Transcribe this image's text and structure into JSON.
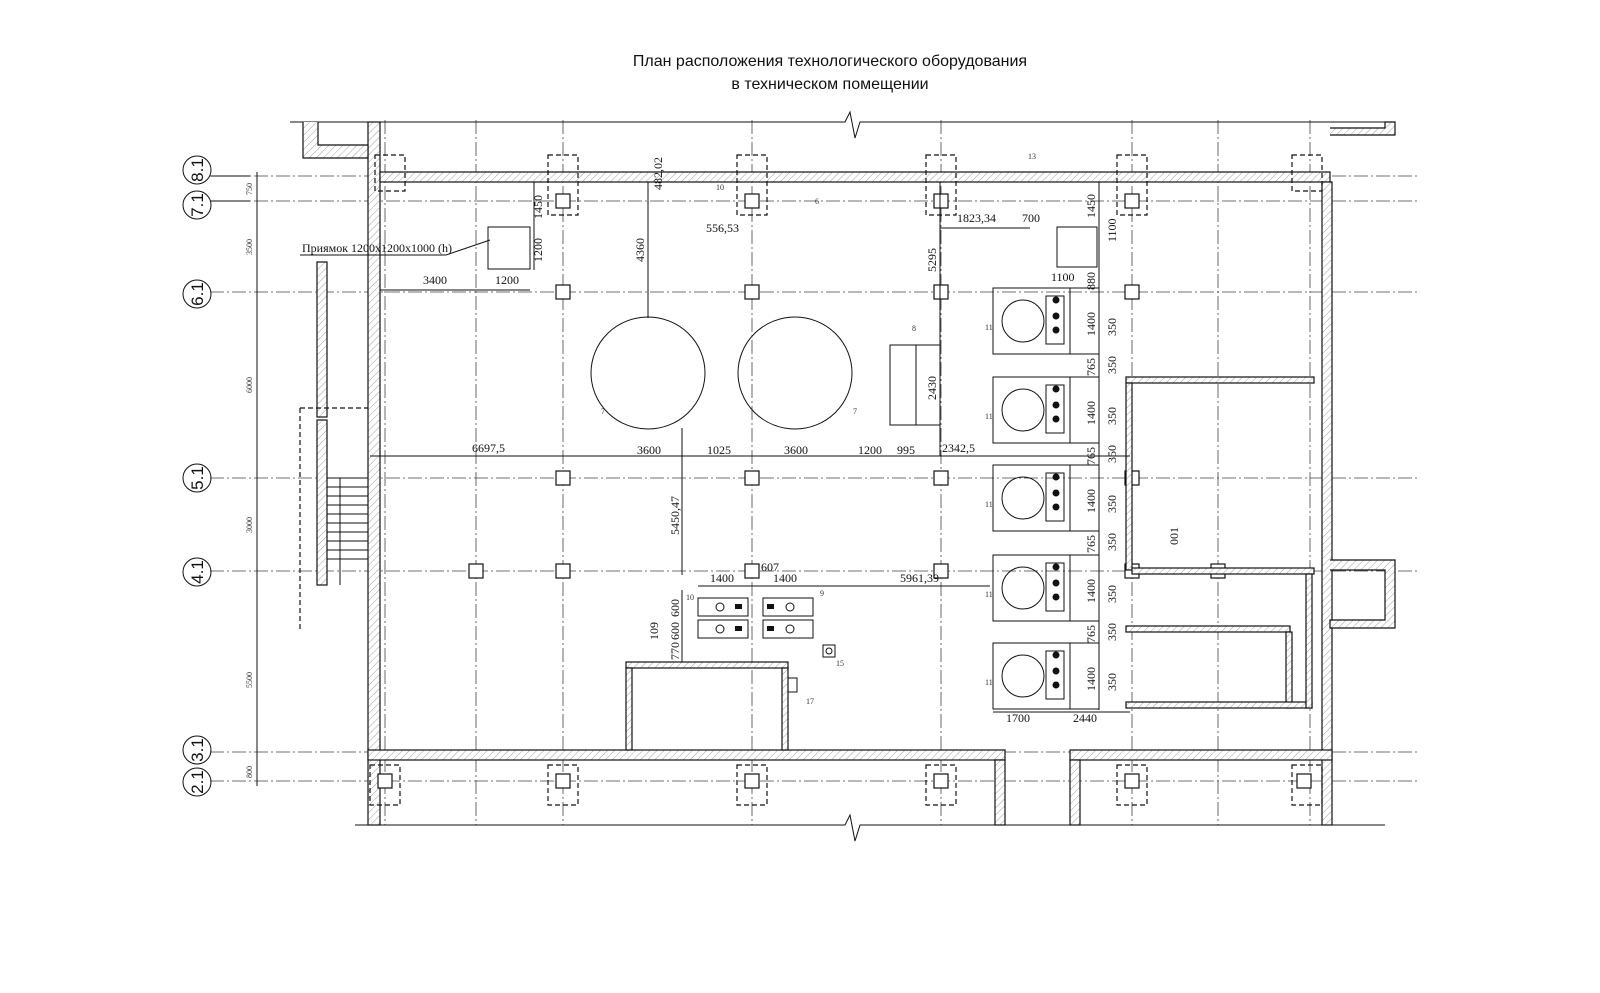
{
  "title": {
    "line1": "План расположения технологического оборудования",
    "line2": "в техническом помещении"
  },
  "axes": [
    "8.1",
    "7.1",
    "6.1",
    "5.1",
    "4.1",
    "3.1",
    "2.1"
  ],
  "axis_spacings": [
    "750",
    "3500",
    "6000",
    "3000",
    "5500",
    "800"
  ],
  "pit_label": "Приямок 1200х1200х1000 (h)",
  "room_label": "001",
  "dims": {
    "d3400": "3400",
    "d1200a": "1200",
    "d1200b": "1200",
    "d1450a": "1450",
    "d48202": "482,02",
    "d55653": "556,53",
    "d4360": "4360",
    "d5295": "5295",
    "d182334": "1823,34",
    "d700": "700",
    "d1450b": "1450",
    "d1100a": "1100",
    "d1100b": "1100",
    "d880": "880",
    "d2430": "2430",
    "d66975": "6697,5",
    "d3600a": "3600",
    "d1025": "1025",
    "d3600b": "3600",
    "d1200c": "1200",
    "d995": "995",
    "d23425": "2342,5",
    "d545047": "5450,47",
    "d607": "607",
    "d1400a": "1400",
    "d1400b": "1400",
    "d596139": "5961,39",
    "d600a": "600",
    "d600b": "600",
    "d770": "770",
    "d109": "109",
    "d1700": "1700",
    "d2440": "2440",
    "d1400u": "1400",
    "d765": "765",
    "d350": "350"
  },
  "callouts": {
    "c6": "6",
    "c7": "7",
    "c8": "8",
    "c9": "9",
    "c10": "10",
    "c10b": "10",
    "c11": "11",
    "c13": "13",
    "c15": "15",
    "c17": "17"
  }
}
